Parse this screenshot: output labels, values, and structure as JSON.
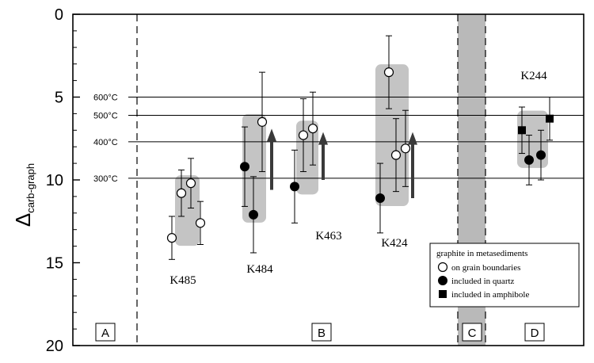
{
  "chart_data": {
    "type": "scatter",
    "ylabel": {
      "symbol": "Δ",
      "subscript": "carb-graph"
    },
    "ylim": [
      0,
      20
    ],
    "y_reversed": true,
    "yticks": [
      "0",
      "5",
      "10",
      "15",
      "20"
    ],
    "ytick_values": [
      0,
      5,
      10,
      15,
      20
    ],
    "isotherms": [
      {
        "label": "600°C",
        "value": 5.0
      },
      {
        "label": "500°C",
        "value": 6.1
      },
      {
        "label": "400°C",
        "value": 7.7
      },
      {
        "label": "300°C",
        "value": 9.9
      }
    ],
    "regions": [
      "A",
      "B",
      "C",
      "D"
    ],
    "samples": [
      {
        "label": "K485",
        "points": [
          {
            "y": 13.5,
            "err": 1.3,
            "marker": "open"
          },
          {
            "y": 10.8,
            "err": 1.4,
            "marker": "open"
          },
          {
            "y": 10.2,
            "err": 1.5,
            "marker": "open"
          },
          {
            "y": 12.6,
            "err": 1.3,
            "marker": "open"
          }
        ]
      },
      {
        "label": "K484",
        "points": [
          {
            "y": 9.2,
            "err": 2.4,
            "marker": "filled"
          },
          {
            "y": 12.1,
            "err": 2.3,
            "marker": "filled"
          },
          {
            "y": 6.5,
            "err": 3.0,
            "marker": "open"
          }
        ]
      },
      {
        "label": "K463",
        "points": [
          {
            "y": 10.4,
            "err": 2.2,
            "marker": "filled"
          },
          {
            "y": 7.3,
            "err": 2.2,
            "marker": "open"
          },
          {
            "y": 6.9,
            "err": 2.2,
            "marker": "open"
          }
        ]
      },
      {
        "label": "K424",
        "points": [
          {
            "y": 11.1,
            "err": 2.1,
            "marker": "filled"
          },
          {
            "y": 3.5,
            "err": 2.2,
            "marker": "open"
          },
          {
            "y": 8.5,
            "err": 2.2,
            "marker": "open"
          },
          {
            "y": 8.1,
            "err": 2.3,
            "marker": "open"
          }
        ]
      },
      {
        "label": "K244",
        "points": [
          {
            "y": 7.0,
            "err": 1.4,
            "marker": "square"
          },
          {
            "y": 8.8,
            "err": 1.5,
            "marker": "filled"
          },
          {
            "y": 8.5,
            "err": 1.5,
            "marker": "filled"
          },
          {
            "y": 6.3,
            "err": 1.3,
            "marker": "square"
          }
        ]
      }
    ],
    "arrows": [
      {
        "sample": "K484",
        "from": 10.6,
        "to": 7.1
      },
      {
        "sample": "K463",
        "from": 10.0,
        "to": 7.3
      },
      {
        "sample": "K424",
        "from": 11.1,
        "to": 7.3
      }
    ],
    "legend": {
      "title": "graphite in metasediments",
      "placement": "bottom-right",
      "entries": [
        {
          "marker": "open",
          "label": "on grain boundaries"
        },
        {
          "marker": "filled",
          "label": "included in quartz"
        },
        {
          "marker": "square",
          "label": "included in amphibole"
        }
      ]
    }
  }
}
